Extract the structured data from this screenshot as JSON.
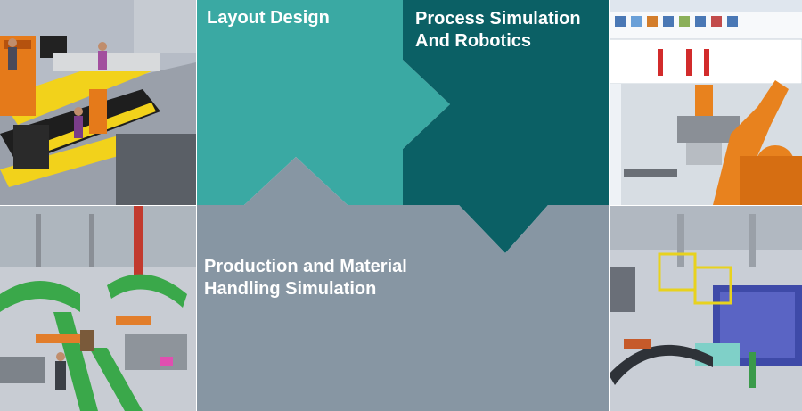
{
  "tiles": {
    "layout_design": {
      "title": "Layout Design",
      "color": "#3aa9a3"
    },
    "process_simulation": {
      "title_line1": "Process Simulation",
      "title_line2": "And Robotics",
      "color": "#0b6065"
    },
    "production_simulation": {
      "title_line1": "Production and Material",
      "title_line2": "Handling Simulation",
      "color": "#8796a3"
    }
  },
  "images": {
    "factory_layout_view": "factory-layout-render",
    "software_robot_view": "process-simulation-software-robot",
    "warehouse_conveyor_view": "warehouse-conveyor-render",
    "assembly_line_view": "assembly-line-render"
  }
}
